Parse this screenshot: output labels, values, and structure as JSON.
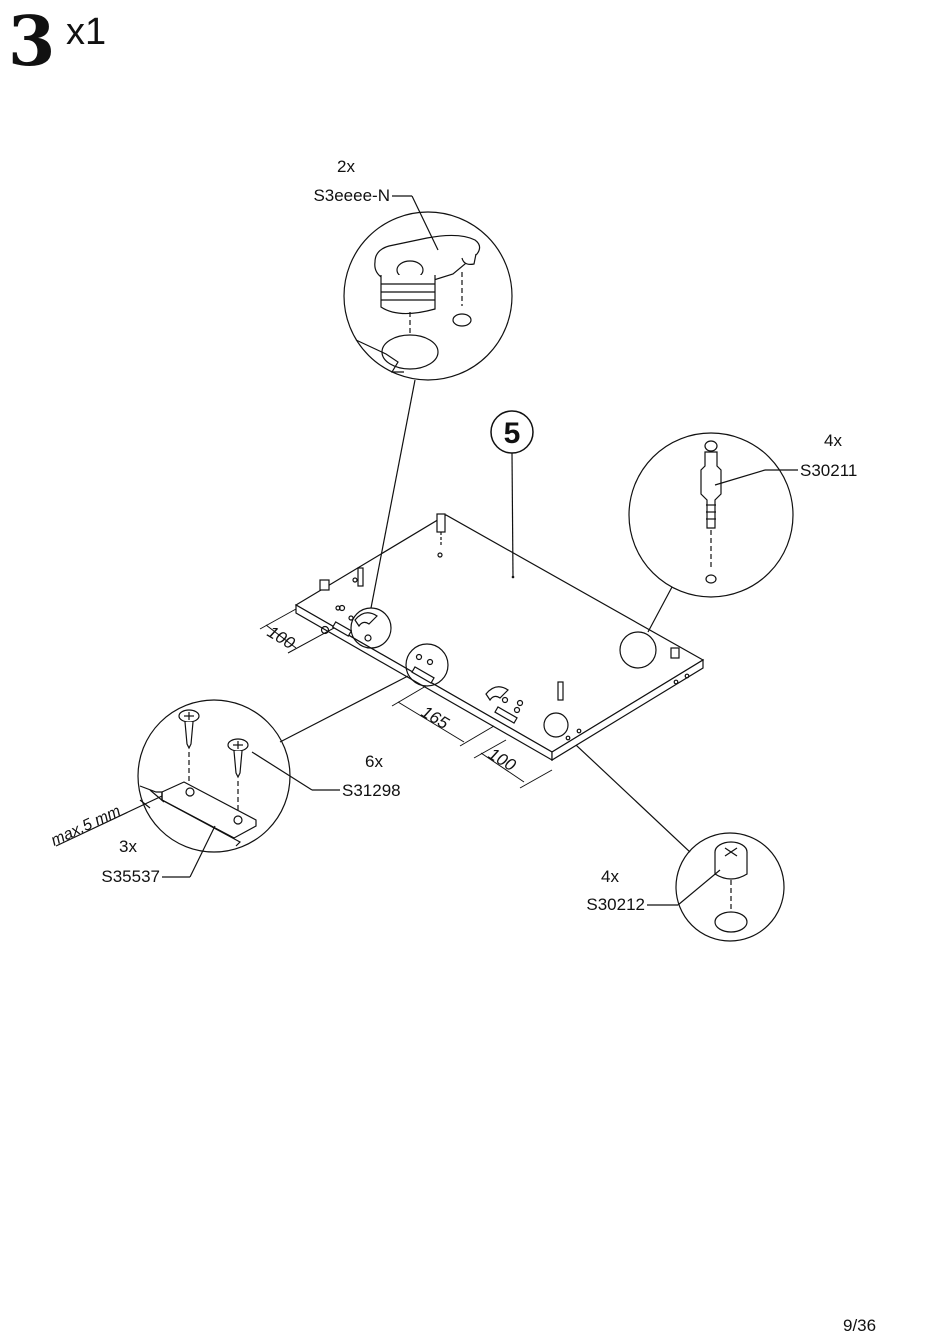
{
  "step": {
    "number": "3",
    "quantity": "x1"
  },
  "page": "9/36",
  "panel_label": "5",
  "callouts": {
    "cam_housing": {
      "qty": "2x",
      "code": "S3eeee-N"
    },
    "cam_bolt": {
      "qty": "4x",
      "code": "S30211"
    },
    "screw": {
      "qty": "6x",
      "code": "S31298"
    },
    "connector_plate": {
      "qty": "3x",
      "code": "S35537"
    },
    "cam_lock": {
      "qty": "4x",
      "code": "S30212"
    }
  },
  "dimensions": {
    "left_offset": "100",
    "middle_spacing": "165",
    "right_offset": "100",
    "max_gap": "max.5 mm"
  }
}
